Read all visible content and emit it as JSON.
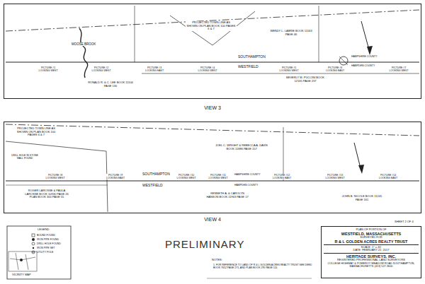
{
  "diagram": {
    "nodes": [
      {
        "text": [
          "VIEW 3"
        ]
      },
      {
        "text": [
          "VIEW 4"
        ]
      },
      {
        "text": [
          "PLAN OF PORTION OF",
          "WESTFIELD, MASSACHUSETTS",
          "SURVEYED FOR",
          "R & L GOLDEN ACRES REALTY TRUST",
          "SCALE: 1\" = 40'",
          "DATE: FEBRUARY 22, 2017",
          "HERITAGE SURVEYS, INC.",
          "REGISTERED PROFESSIONAL LAND SURVEYORS",
          "COLLEGE HIGHWAY & POMEROY MEADOW ROAD SOUTHAMPTON, MASSACHUSETTS (413) 527-3600"
        ]
      }
    ],
    "labels": [
      "MOOSE BROOK",
      "PROJECTED TOWN LINE AS SHOWN ON PLAN BOOK 100 PAGES 6 & 7",
      "WENDY L. LABRIE BOOK 11563 PAGE 46",
      "SOUTHAMPTON",
      "WESTFIELD",
      "HAMPSHIRE COUNTY",
      "HAMPDEN COUNTY",
      "PICTURE #1 LOOKING WEST",
      "PICTURE #2 LOOKING WEST",
      "PICTURE #3 LOOKING EAST",
      "PICTURE #4 LOOKING WEST",
      "PICTURE #5 LOOKING WEST",
      "PICTURE #6 LOOKING EAST",
      "PICTURE #7 LOOKING WEST",
      "RONALD R. & C. LEE BOOK 11104 PAGE 130",
      "BEVERLY M. PUCCINI BOOK 12165 PAGE 237",
      "PROJECTED TOWN LINE AS SHOWN ON PLAN BOOK 100 PAGES 6 & 7",
      "DRILL HOLE IN STONE WALL FOUND",
      "JOEL C. WRIGHT & REBECCA A. DAVIS BOOK 11886 PAGE 157",
      "SOUTHAMPTON",
      "WESTFIELD",
      "HAMPSHIRE COUNTY",
      "HAMPDEN COUNTY",
      "PICTURE #8 LOOKING WEST",
      "PICTURE #9 LOOKING EAST",
      "PICTURE #10 LOOKING WEST",
      "PICTURE #11 LOOKING WEST",
      "PICTURE #12 LOOKING EAST",
      "PICTURE #13 LOOKING WEST",
      "PICTURE #14 LOOKING EAST",
      "ROGER LAROSSE & PAULA LAROSSE BOOK 10930 PAGE 26 PLAN BOOK 300 PAGE 55",
      "KENNETH A. & CAROLYN HANSON BOOK 11963 PAGE 17",
      "JOHN B. NICOLE BOOK 11245 PAGE 161",
      "PRELIMINARY",
      "NOTES:",
      "1. FOR REFERENCE TO LAND OF R & L GOLDEN ACRES REALTY TRUST SEE DEED BOOK 7652 PAGE 271, AND PLAN BOOK 295 PAGE 114.",
      "LEGEND",
      "VICINITY MAP",
      "SHEET 2 OF 4"
    ],
    "legend": [
      {
        "text": "BOUND FOUND"
      },
      {
        "text": "IRON PIPE FOUND"
      },
      {
        "text": "DRILL HOLE FOUND"
      },
      {
        "text": "IRON PIPE SET"
      },
      {
        "text": "UTILITY POLE"
      }
    ]
  }
}
